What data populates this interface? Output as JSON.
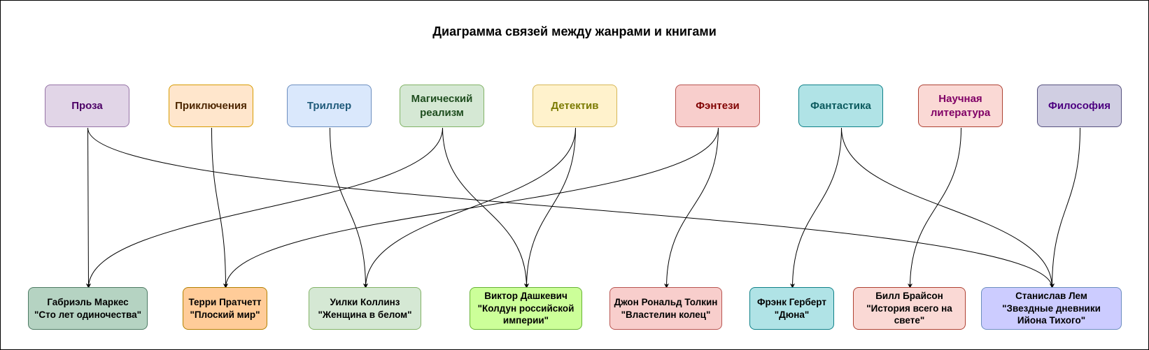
{
  "title": "Диаграмма связей между жанрами и книгами",
  "genres": [
    {
      "id": "proza",
      "label": "Проза",
      "fill": "#e1d5e7",
      "stroke": "#9673a6",
      "text": "#4c0066"
    },
    {
      "id": "priklyuch",
      "label": "Приключения",
      "fill": "#ffe6cc",
      "stroke": "#d79b00",
      "text": "#4d2600"
    },
    {
      "id": "thriller",
      "label": "Триллер",
      "fill": "#dae8fc",
      "stroke": "#6c8ebf",
      "text": "#1f5a7a"
    },
    {
      "id": "magic",
      "label": "Магический\nреализм",
      "fill": "#d5e8d4",
      "stroke": "#82b366",
      "text": "#1f4d1f"
    },
    {
      "id": "detective",
      "label": "Детектив",
      "fill": "#fff2cc",
      "stroke": "#d6b656",
      "text": "#7a7a00"
    },
    {
      "id": "fantasy",
      "label": "Фэнтези",
      "fill": "#f8cecc",
      "stroke": "#b85450",
      "text": "#800000"
    },
    {
      "id": "scifi",
      "label": "Фантастика",
      "fill": "#b0e3e6",
      "stroke": "#0e8088",
      "text": "#0b5a5e"
    },
    {
      "id": "nonfiction",
      "label": "Научная\nлитература",
      "fill": "#fad9d5",
      "stroke": "#ae4132",
      "text": "#800066"
    },
    {
      "id": "philosophy",
      "label": "Философия",
      "fill": "#d0cee2",
      "stroke": "#56517e",
      "text": "#4c0080"
    }
  ],
  "books": [
    {
      "id": "markes",
      "label": "Габриэль Маркес\n\"Сто лет одиночества\"",
      "fill": "#b5d3c2",
      "stroke": "#4d7a63"
    },
    {
      "id": "pratchett",
      "label": "Терри Пратчетт\n\"Плоский мир\"",
      "fill": "#ffcc99",
      "stroke": "#b38000"
    },
    {
      "id": "collins",
      "label": "Уилки Коллинз\n\"Женщина в белом\"",
      "fill": "#d5e8d4",
      "stroke": "#82b366"
    },
    {
      "id": "dashkevich",
      "label": "Виктор Дашкевич\n\"Колдун российской\nимперии\"",
      "fill": "#ccff99",
      "stroke": "#66b333"
    },
    {
      "id": "tolkien",
      "label": "Джон Рональд Толкин\n\"Властелин колец\"",
      "fill": "#f8cecc",
      "stroke": "#b85450"
    },
    {
      "id": "herbert",
      "label": "Фрэнк Герберт\n\"Дюна\"",
      "fill": "#b0e3e6",
      "stroke": "#0e8088"
    },
    {
      "id": "bryson",
      "label": "Билл Брайсон\n\"История всего на\nсвете\"",
      "fill": "#fad9d5",
      "stroke": "#ae4132"
    },
    {
      "id": "lem",
      "label": "Станислав Лем\n\"Звездные дневники\nИйона Тихого\"",
      "fill": "#ccccff",
      "stroke": "#6c8ebf"
    }
  ],
  "links": [
    {
      "from": "proza",
      "to": "markes"
    },
    {
      "from": "proza",
      "to": "lem"
    },
    {
      "from": "priklyuch",
      "to": "pratchett"
    },
    {
      "from": "thriller",
      "to": "collins"
    },
    {
      "from": "magic",
      "to": "markes"
    },
    {
      "from": "magic",
      "to": "dashkevich"
    },
    {
      "from": "detective",
      "to": "collins"
    },
    {
      "from": "detective",
      "to": "dashkevich"
    },
    {
      "from": "fantasy",
      "to": "pratchett"
    },
    {
      "from": "fantasy",
      "to": "tolkien"
    },
    {
      "from": "scifi",
      "to": "herbert"
    },
    {
      "from": "scifi",
      "to": "lem"
    },
    {
      "from": "nonfiction",
      "to": "bryson"
    },
    {
      "from": "philosophy",
      "to": "lem"
    }
  ]
}
